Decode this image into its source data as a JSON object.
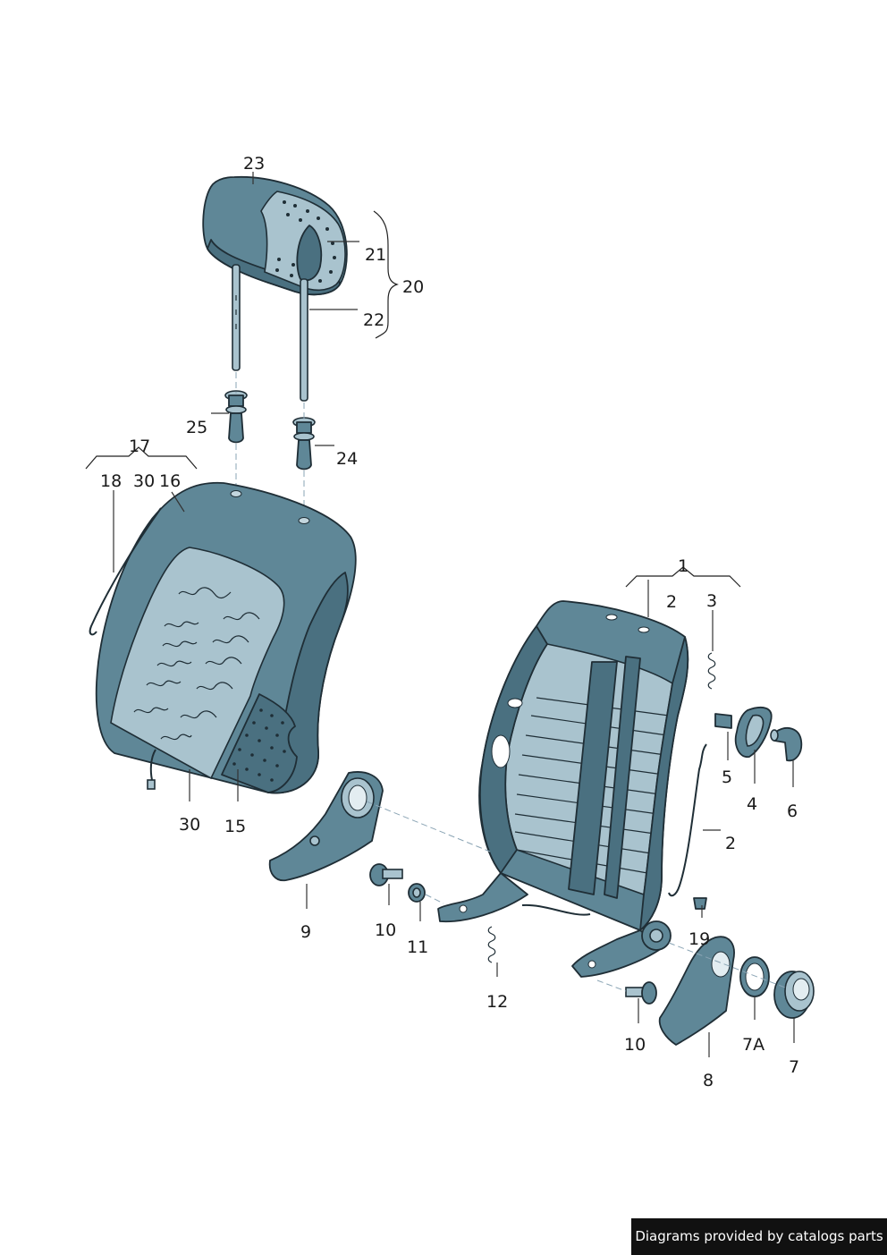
{
  "diagram": {
    "callouts": [
      {
        "id": "c23",
        "text": "23"
      },
      {
        "id": "c21",
        "text": "21"
      },
      {
        "id": "c20",
        "text": "20"
      },
      {
        "id": "c22",
        "text": "22"
      },
      {
        "id": "c25",
        "text": "25"
      },
      {
        "id": "c24",
        "text": "24"
      },
      {
        "id": "c17",
        "text": "17"
      },
      {
        "id": "c18",
        "text": "18"
      },
      {
        "id": "c30a",
        "text": "30"
      },
      {
        "id": "c16",
        "text": "16"
      },
      {
        "id": "c30b",
        "text": "30"
      },
      {
        "id": "c15",
        "text": "15"
      },
      {
        "id": "c1",
        "text": "1"
      },
      {
        "id": "c2a",
        "text": "2"
      },
      {
        "id": "c3",
        "text": "3"
      },
      {
        "id": "c5",
        "text": "5"
      },
      {
        "id": "c4",
        "text": "4"
      },
      {
        "id": "c6",
        "text": "6"
      },
      {
        "id": "c2b",
        "text": "2"
      },
      {
        "id": "c9",
        "text": "9"
      },
      {
        "id": "c10a",
        "text": "10"
      },
      {
        "id": "c11",
        "text": "11"
      },
      {
        "id": "c12",
        "text": "12"
      },
      {
        "id": "c19",
        "text": "19"
      },
      {
        "id": "c10b",
        "text": "10"
      },
      {
        "id": "c7A",
        "text": "7A"
      },
      {
        "id": "c7",
        "text": "7"
      },
      {
        "id": "c8",
        "text": "8"
      }
    ]
  },
  "footer": {
    "text": "Diagrams provided by catalogs parts"
  }
}
